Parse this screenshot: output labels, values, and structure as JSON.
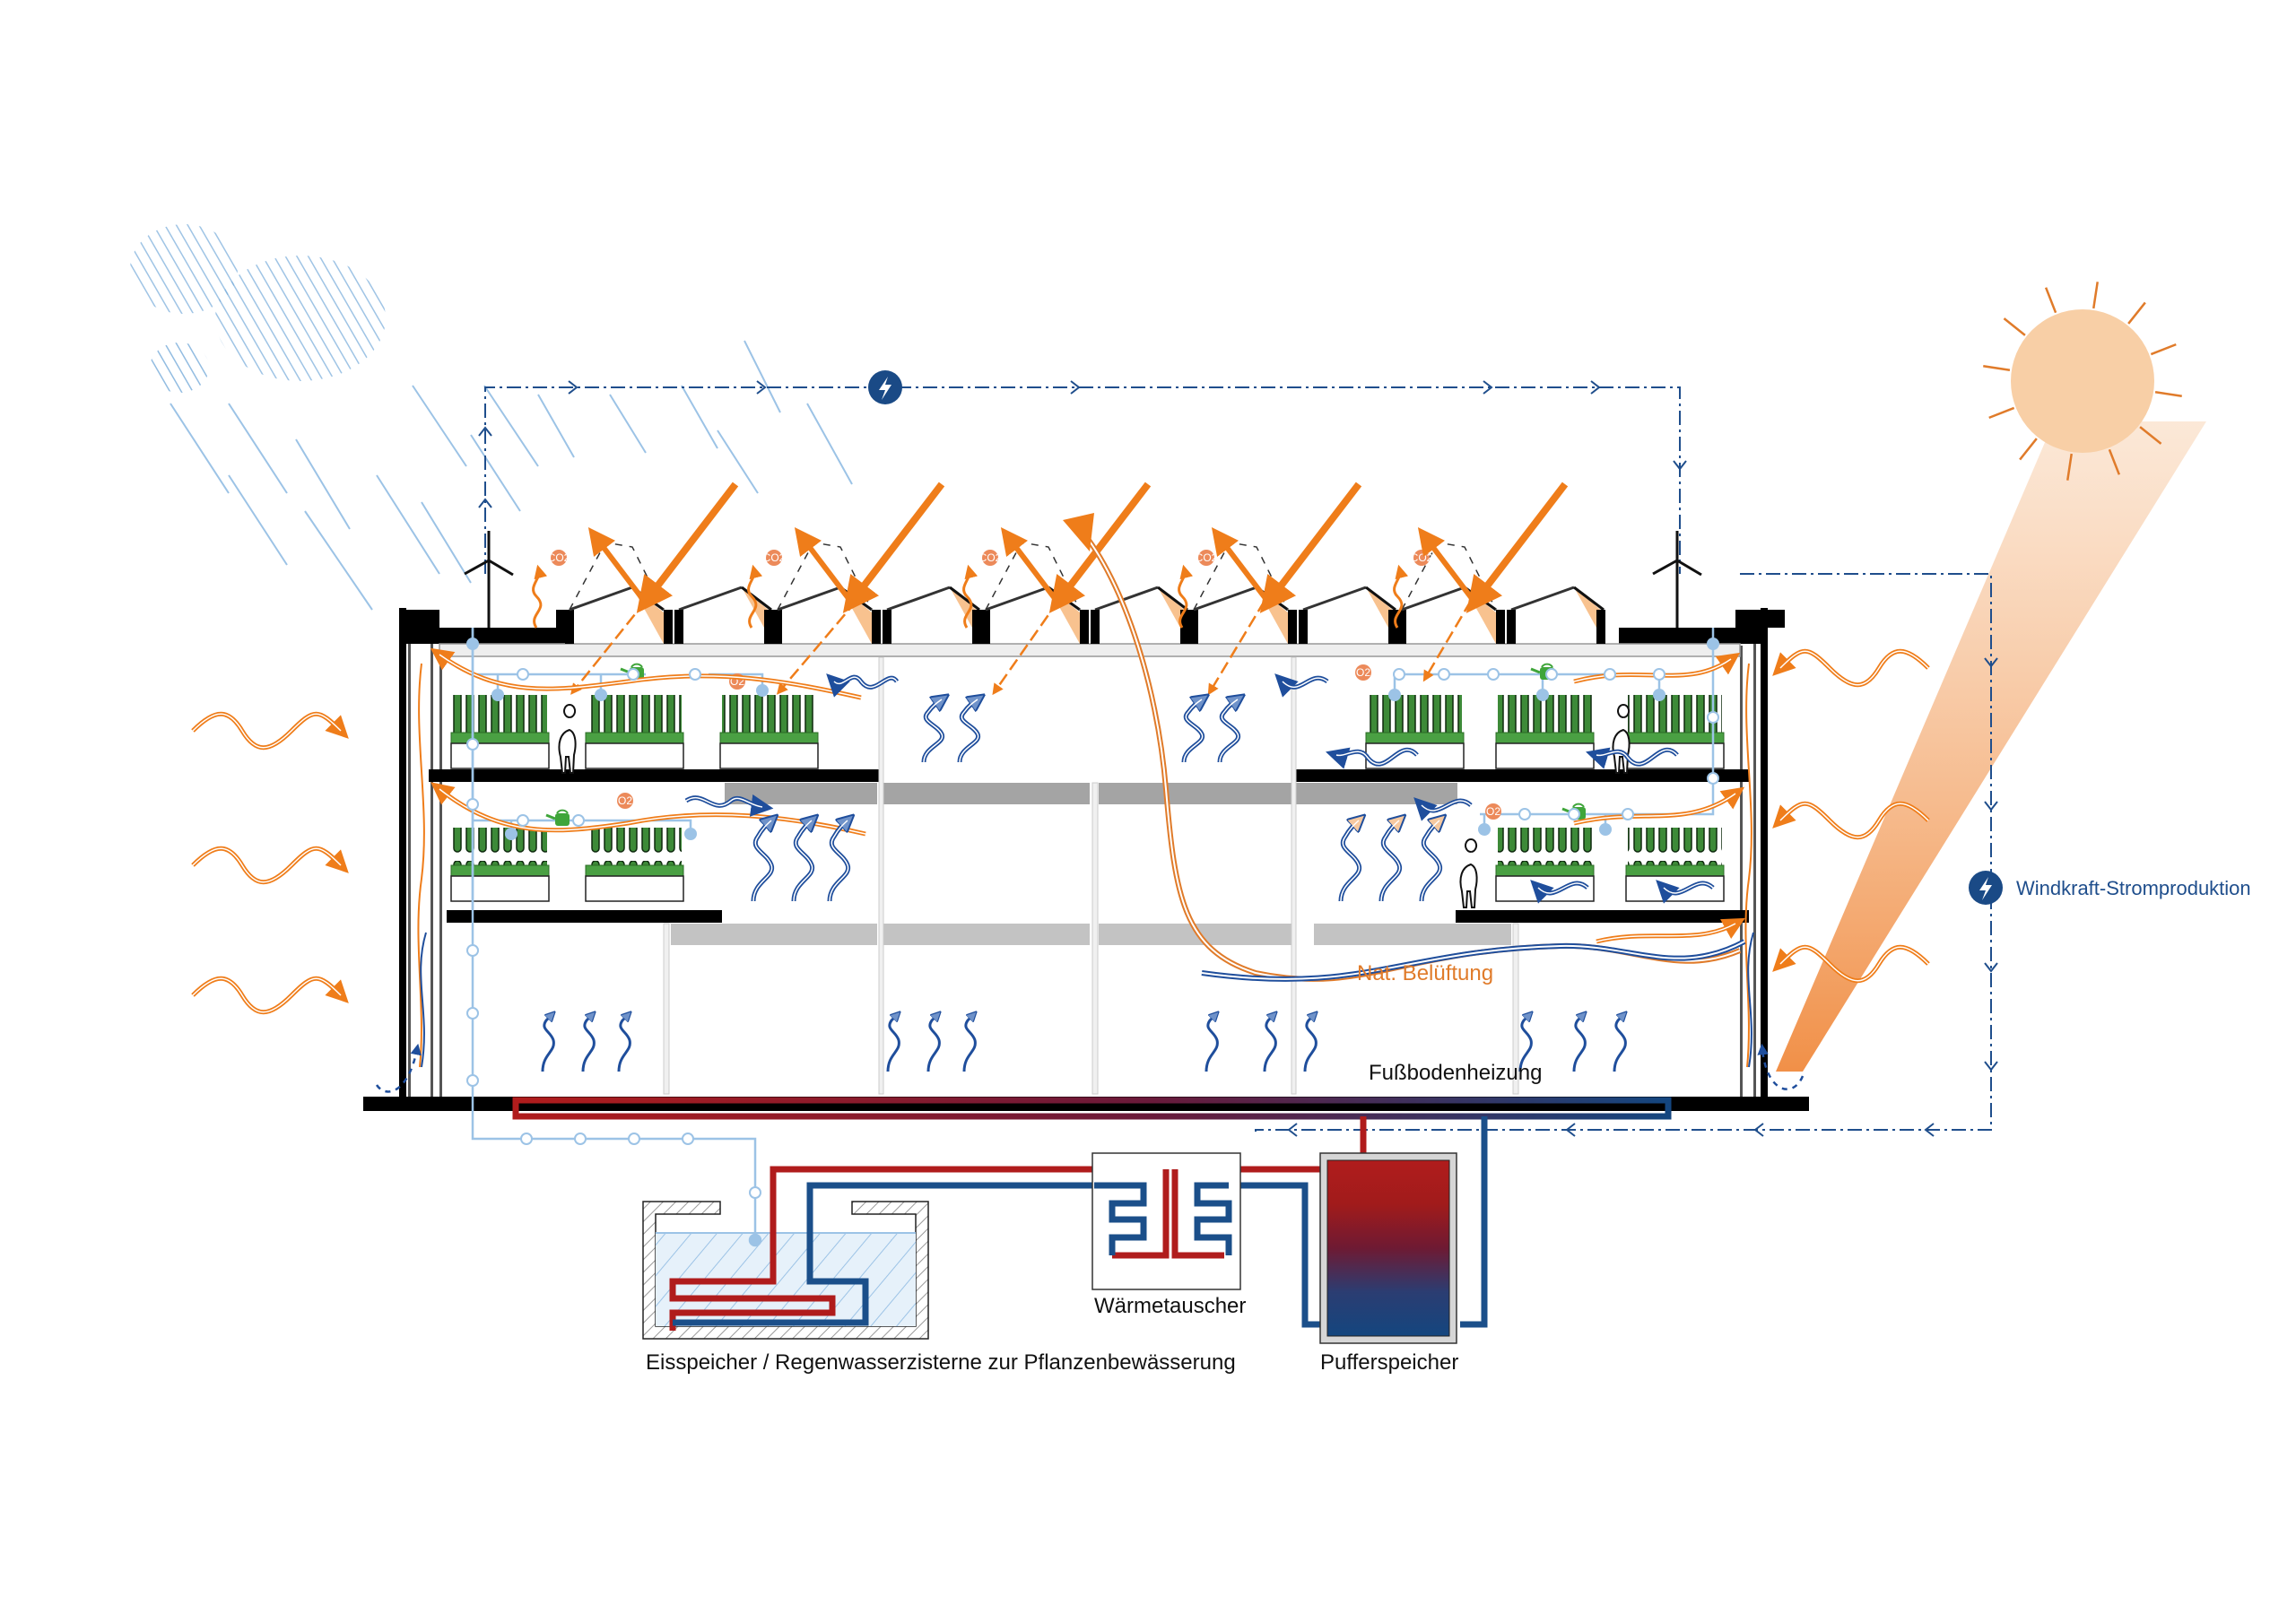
{
  "title": "Gebäudeschnitt – Energie- und Klimakonzept (Vertical Farm)",
  "labels": {
    "wind_power": "Windkraft-Stromproduktion",
    "natural_ventilation": "Nat. Belüftung",
    "floor_heating": "Fußbodenheizung",
    "ice_storage": "Eisspeicher / Regenwasserzisterne zur Pflanzenbewässerung",
    "heat_exchanger": "Wärmetauscher",
    "buffer_tank": "Pufferspeicher"
  },
  "badges": {
    "co2": "CO2",
    "o2": "O2"
  },
  "icons": {
    "power": "lightning-bolt-icon",
    "sun": "sun-icon",
    "cloud": "cloud-icon",
    "wind_turbine": "wind-turbine-icon",
    "watering_can": "watering-can-icon",
    "person": "person-silhouette-icon"
  },
  "colors": {
    "solar_orange": "#ef7d1a",
    "sun_fill": "#f8cfa6",
    "power_blue": "#1f4e8c",
    "water_blue": "#9cc3e6",
    "hot_red": "#b01c1c",
    "cold_blue": "#1b4f8a",
    "plant_green": "#3f8f3a",
    "structure_black": "#000000"
  }
}
